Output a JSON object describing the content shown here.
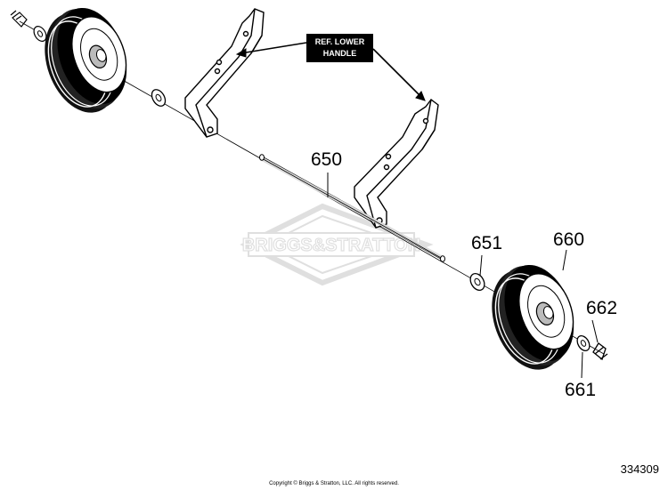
{
  "reference_label": {
    "line1": "REF. LOWER",
    "line2": "HANDLE"
  },
  "callouts": {
    "axle": "650",
    "washer": "651",
    "wheel": "660",
    "cap": "662",
    "wheel_washer": "661"
  },
  "watermark": "BRIGGS&STRATTON",
  "figure_number": "334309",
  "copyright": "Copyright © Briggs & Stratton, LLC. All rights reserved."
}
